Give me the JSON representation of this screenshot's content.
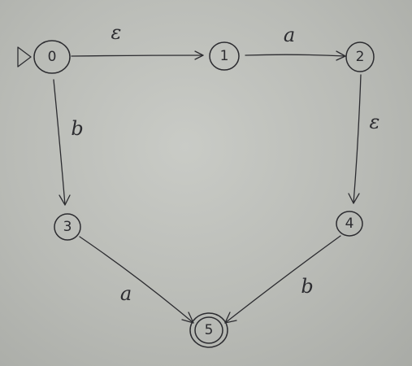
{
  "states": [
    {
      "id": "0",
      "label": "0",
      "start": true,
      "accepting": false
    },
    {
      "id": "1",
      "label": "1",
      "start": false,
      "accepting": false
    },
    {
      "id": "2",
      "label": "2",
      "start": false,
      "accepting": false
    },
    {
      "id": "3",
      "label": "3",
      "start": false,
      "accepting": false
    },
    {
      "id": "4",
      "label": "4",
      "start": false,
      "accepting": false
    },
    {
      "id": "5",
      "label": "5",
      "start": false,
      "accepting": true
    }
  ],
  "transitions": [
    {
      "from": "0",
      "to": "1",
      "label": "ε"
    },
    {
      "from": "1",
      "to": "2",
      "label": "a"
    },
    {
      "from": "0",
      "to": "3",
      "label": "b"
    },
    {
      "from": "2",
      "to": "4",
      "label": "ε"
    },
    {
      "from": "3",
      "to": "5",
      "label": "a"
    },
    {
      "from": "4",
      "to": "5",
      "label": "b"
    }
  ],
  "ink_color": "#2c2c30",
  "paper_color": "#c1c3be"
}
